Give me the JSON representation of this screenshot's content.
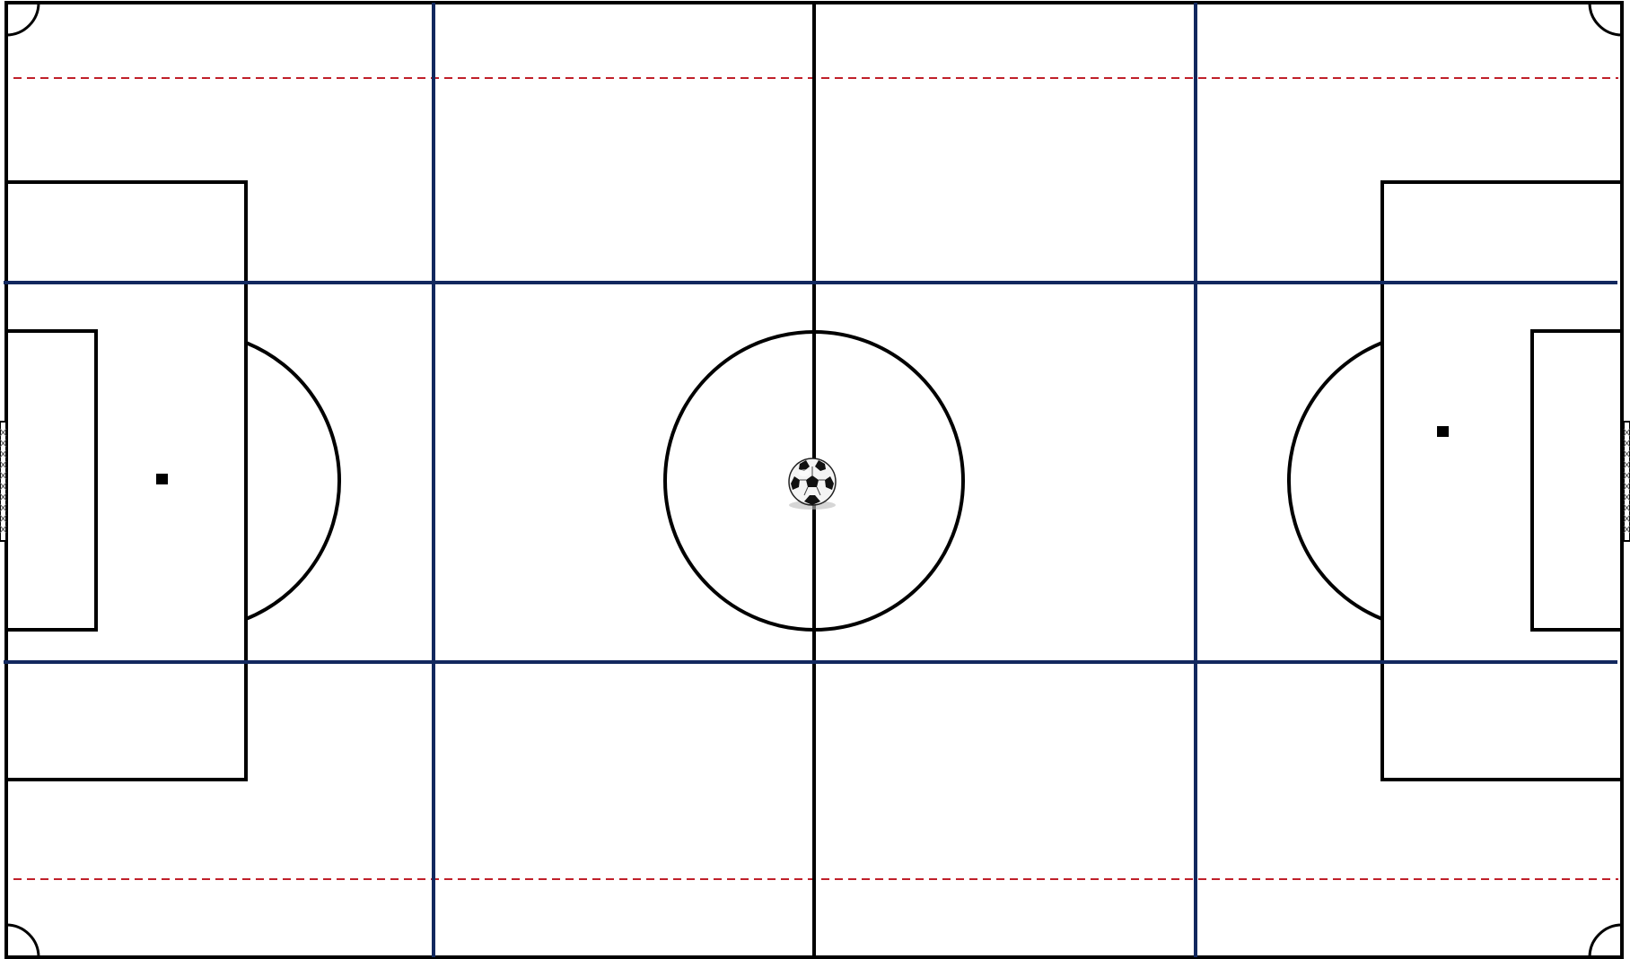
{
  "pitch": {
    "line_color": "#000000",
    "zone_line_color": "#12285e",
    "offside_guide_color": "#c0202a",
    "background": "#ffffff",
    "zone_columns": 4,
    "zone_rows": 3,
    "ball_icon": "soccer-ball-icon",
    "penalty_spot_style": "square"
  }
}
